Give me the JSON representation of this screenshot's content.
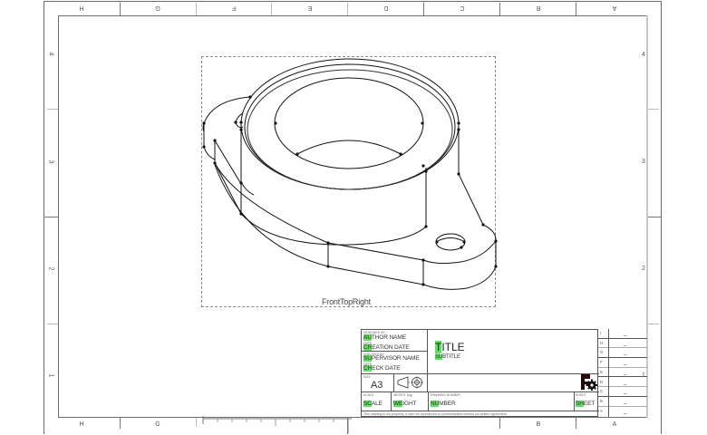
{
  "drawing": {
    "view_label": "FrontTopRight",
    "zones": {
      "columns": [
        "H",
        "G",
        "F",
        "E",
        "D",
        "C",
        "B",
        "A"
      ],
      "rows": [
        "4",
        "3",
        "2",
        "1"
      ]
    }
  },
  "title_block": {
    "designed_by_label": "DESIGNED BY:",
    "author_name": "AUTHOR NAME",
    "author_hl": "AU",
    "author_rest": "THOR NAME",
    "date_label_1": "DATE:",
    "creation_hl": "CR",
    "creation_rest": "EATION DATE",
    "checked_by_label": "CHECKED BY:",
    "supervisor_hl": "SU",
    "supervisor_rest": "PERVISOR NAME",
    "date_label_2": "DATE:",
    "check_hl": "CH",
    "check_rest": "ECK DATE",
    "title_hl": "T",
    "title_rest": "ITLE",
    "subtitle_hl": "SU",
    "subtitle_rest": "BTITLE",
    "size_label": "SIZE",
    "size_value": "A3",
    "scale_label": "SCALE",
    "scale_hl": "SC",
    "scale_rest": "ALE",
    "weight_label": "WEIGHT (kg)",
    "weight_hl": "WE",
    "weight_rest": "IGHT",
    "drawing_number_label": "DRAWING NUMBER",
    "number_hl": "NU",
    "number_rest": "MBER",
    "sheet_label": "SHEET",
    "sheet_hl": "SH",
    "sheet_rest": "EET",
    "disclaimer": "This drawing is our property; it can't be reproduced or communicated without our written agreement.",
    "logo": "freecad-gear-logo",
    "projection_symbol": "first-angle-projection-icon"
  },
  "revisions": {
    "letters": [
      "I",
      "H",
      "G",
      "F",
      "E",
      "D",
      "C",
      "B",
      "A"
    ],
    "values": [
      "_",
      "_",
      "_",
      "_",
      "_",
      "_",
      "_",
      "_",
      "_"
    ]
  },
  "colors": {
    "frame": "#6b6b6b",
    "highlight": "#5fe05f",
    "line": "#111111"
  }
}
